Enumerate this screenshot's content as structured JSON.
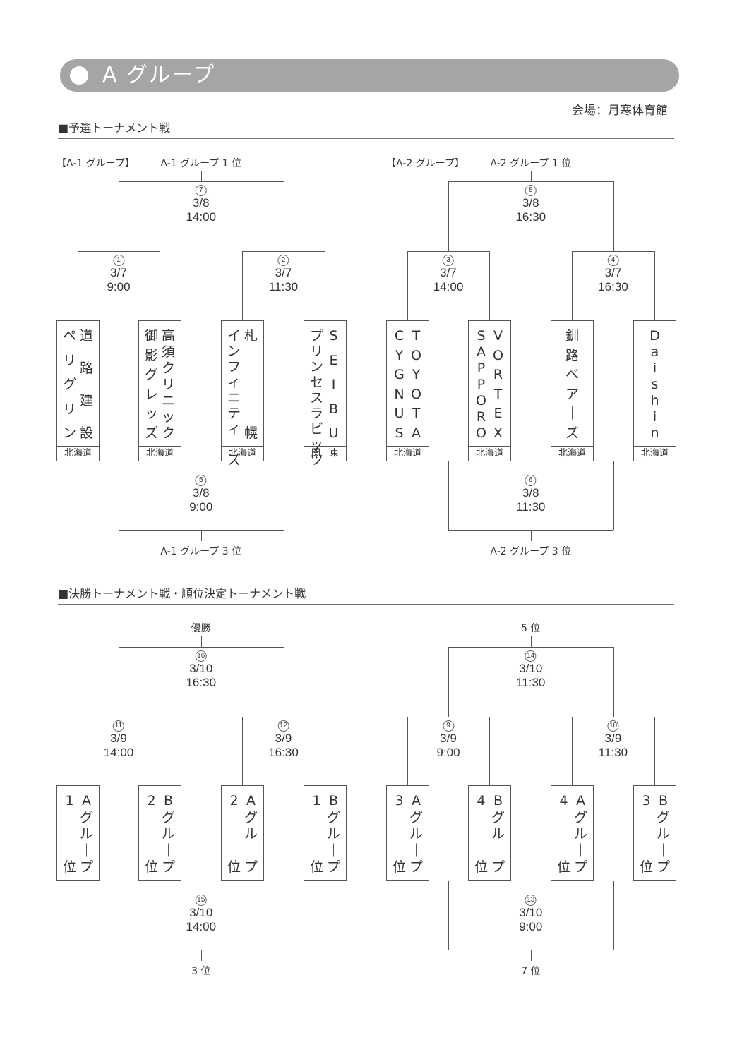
{
  "banner": {
    "title": "A グループ"
  },
  "venue": "会場：月寒体育館",
  "sections": {
    "preliminary": "■予選トーナメント戦",
    "final": "■決勝トーナメント戦・順位決定トーナメント戦"
  },
  "preliminary_brackets": [
    {
      "group_label": "【A-1 グループ】",
      "top_label": "A-1 グループ 1 位",
      "bottom_label": "A-1 グループ 3 位",
      "final_match": {
        "num": "⑦",
        "date": "3/8",
        "time": "14:00"
      },
      "semis": [
        {
          "num": "①",
          "date": "3/7",
          "time": "9:00"
        },
        {
          "num": "②",
          "date": "3/7",
          "time": "11:30"
        }
      ],
      "consolation_match": {
        "num": "⑤",
        "date": "3/8",
        "time": "9:00"
      },
      "teams": [
        {
          "name_columns": [
            "道路建設",
            "ペリグリン"
          ],
          "region": "北海道"
        },
        {
          "name_columns": [
            "高須クリニック",
            "御影グレッズ"
          ],
          "region": "北海道"
        },
        {
          "name_columns": [
            "札幌",
            "インフィニティーズ"
          ],
          "region": "北海道"
        },
        {
          "name_columns": [
            "SEIBU",
            "プリンセスラビッツ"
          ],
          "region": "関　東"
        }
      ]
    },
    {
      "group_label": "【A-2 グループ】",
      "top_label": "A-2 グループ 1 位",
      "bottom_label": "A-2 グループ 3 位",
      "final_match": {
        "num": "⑧",
        "date": "3/8",
        "time": "16:30"
      },
      "semis": [
        {
          "num": "③",
          "date": "3/7",
          "time": "14:00"
        },
        {
          "num": "④",
          "date": "3/7",
          "time": "16:30"
        }
      ],
      "consolation_match": {
        "num": "⑥",
        "date": "3/8",
        "time": "11:30"
      },
      "teams": [
        {
          "name_columns": [
            "TOYOTA",
            "CYGNUS"
          ],
          "region": "北海道"
        },
        {
          "name_columns": [
            "VORTEX",
            "SAPPORO"
          ],
          "region": "北海道"
        },
        {
          "name_columns": [
            "釧路ベアーズ"
          ],
          "region": "北海道"
        },
        {
          "name_columns": [
            "Daishin"
          ],
          "region": "北海道"
        }
      ]
    }
  ],
  "final_brackets": [
    {
      "top_label": "優勝",
      "bottom_label": "3 位",
      "final_match": {
        "num": "⑯",
        "date": "3/10",
        "time": "16:30"
      },
      "semis": [
        {
          "num": "⑪",
          "date": "3/9",
          "time": "14:00"
        },
        {
          "num": "⑫",
          "date": "3/9",
          "time": "16:30"
        }
      ],
      "consolation_match": {
        "num": "⑮",
        "date": "3/10",
        "time": "14:00"
      },
      "slots": [
        {
          "name_columns": [
            "Aグループ",
            "1位"
          ]
        },
        {
          "name_columns": [
            "Bグループ",
            "2位"
          ]
        },
        {
          "name_columns": [
            "Aグループ",
            "2位"
          ]
        },
        {
          "name_columns": [
            "Bグループ",
            "1位"
          ]
        }
      ]
    },
    {
      "top_label": "5 位",
      "bottom_label": "7 位",
      "final_match": {
        "num": "⑭",
        "date": "3/10",
        "time": "11:30"
      },
      "semis": [
        {
          "num": "⑨",
          "date": "3/9",
          "time": "9:00"
        },
        {
          "num": "⑩",
          "date": "3/9",
          "time": "11:30"
        }
      ],
      "consolation_match": {
        "num": "⑬",
        "date": "3/10",
        "time": "9:00"
      },
      "slots": [
        {
          "name_columns": [
            "Aグループ",
            "3位"
          ]
        },
        {
          "name_columns": [
            "Bグループ",
            "4位"
          ]
        },
        {
          "name_columns": [
            "Aグループ",
            "4位"
          ]
        },
        {
          "name_columns": [
            "Bグループ",
            "3位"
          ]
        }
      ]
    }
  ]
}
